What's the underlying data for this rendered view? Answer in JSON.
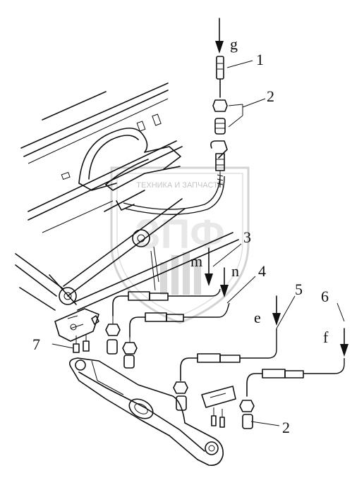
{
  "watermark": {
    "text": "ТЕХНИКА И ЗАПЧАСТИ",
    "logo": "ЗПФ"
  },
  "callouts": {
    "g": "g",
    "n1": "1",
    "n2_top": "2",
    "n3": "3",
    "m": "m",
    "n": "n",
    "n4": "4",
    "n5": "5",
    "e": "e",
    "n6": "6",
    "f": "f",
    "n7": "7",
    "n2_bottom": "2"
  }
}
